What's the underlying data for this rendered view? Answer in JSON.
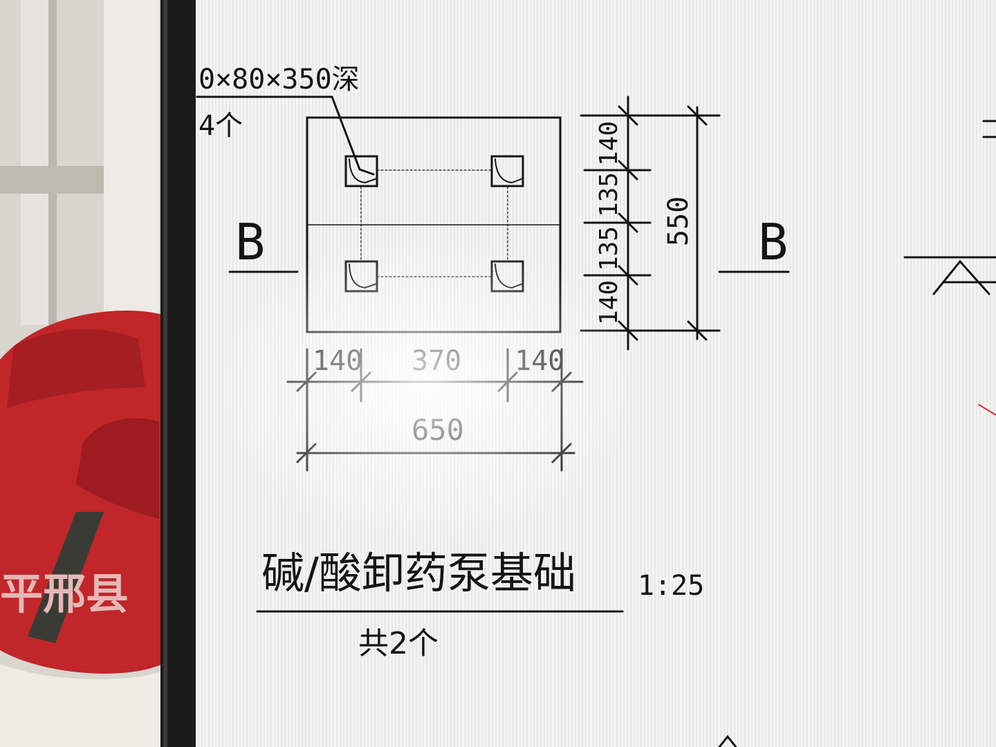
{
  "drawing": {
    "hole_spec": "0×80×350深",
    "hole_count": "4个",
    "section_left": "B",
    "section_right": "B",
    "dims_bottom": [
      "140",
      "370",
      "140"
    ],
    "dim_total_width": "650",
    "dims_right": [
      "140",
      "135",
      "135",
      "140"
    ],
    "dim_total_height": "550",
    "title": "碱/酸卸药泵基础",
    "scale": "1:25",
    "quantity": "共2个"
  },
  "photo": {
    "bag_text": "平邢县",
    "bag_color": "#c0262a",
    "screen_bezel_color": "#1a1a1a"
  }
}
